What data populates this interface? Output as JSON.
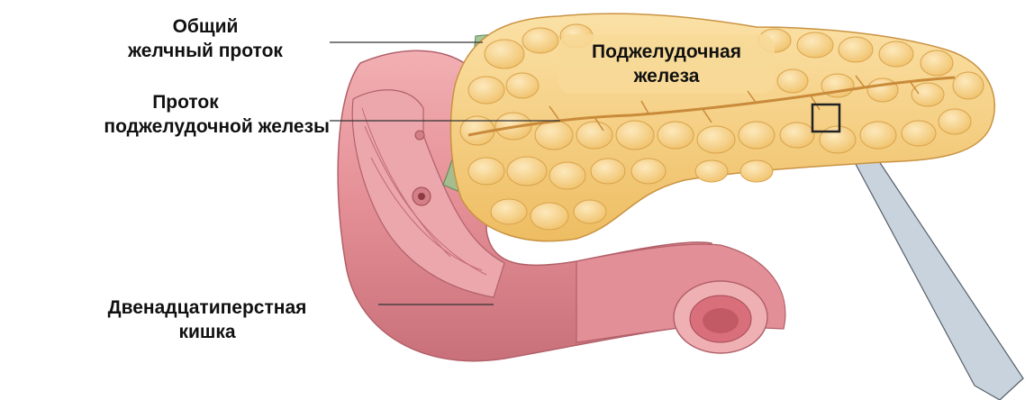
{
  "labels": {
    "common_bile_duct": {
      "line1": "Общий",
      "line2": "желчный проток"
    },
    "pancreatic_duct": {
      "line1": "Проток",
      "line2": "поджелудочной железы"
    },
    "pancreas": {
      "line1": "Поджелудочная",
      "line2": "железа"
    },
    "duodenum": {
      "line1": "Двенадцатиперстная",
      "line2": "кишка"
    }
  },
  "colors": {
    "pancreas": "#f6cf7e",
    "pancreas_lobule_edge": "#e0aa4e",
    "duodenum": "#e99a9f",
    "duodenum_inner": "#d97f86",
    "bile_duct": "#8fb784",
    "callout": "#c6d2dc",
    "leader_lines": "#333333"
  }
}
